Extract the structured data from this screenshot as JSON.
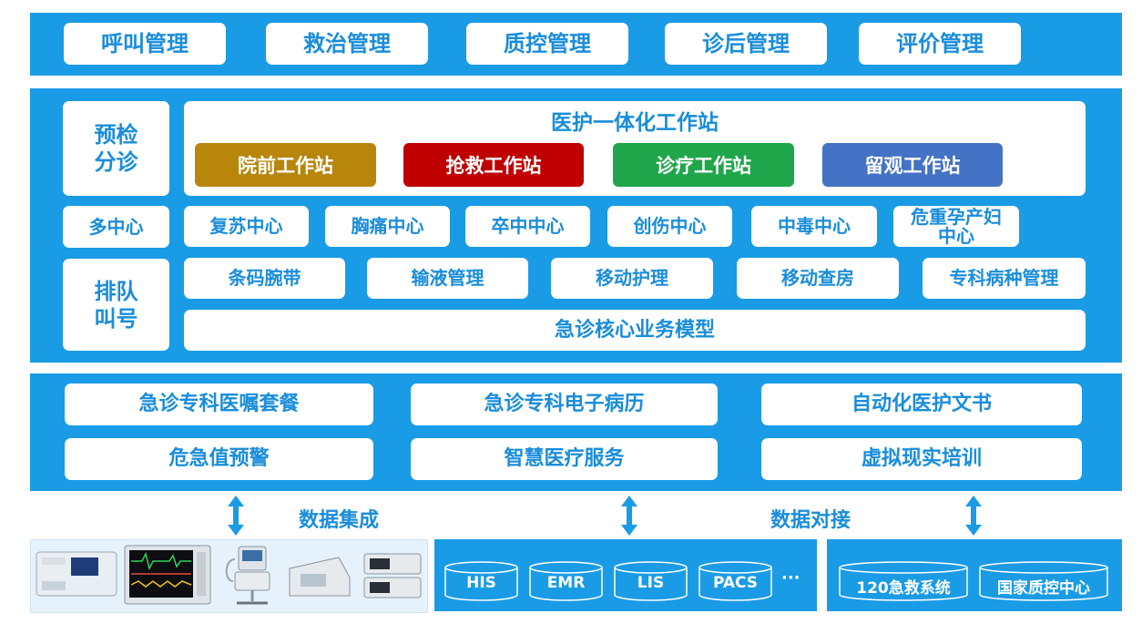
{
  "top_modules": [
    "呼叫管理",
    "救治管理",
    "质控管理",
    "诊后管理",
    "评价管理"
  ],
  "side": {
    "triage": "预检\n分诊",
    "multi_center": "多中心",
    "queue": "排队\n叫号"
  },
  "workstation": {
    "title": "医护一体化工作站",
    "items": [
      {
        "label": "院前工作站",
        "color": "#b8860b"
      },
      {
        "label": "抢救工作站",
        "color": "#c00000"
      },
      {
        "label": "诊疗工作站",
        "color": "#1fa64a"
      },
      {
        "label": "留观工作站",
        "color": "#4472c4"
      }
    ]
  },
  "centers": [
    "复苏中心",
    "胸痛中心",
    "卒中中心",
    "创伤中心",
    "中毒中心",
    "危重孕产妇\n中心"
  ],
  "functions": [
    "条码腕带",
    "输液管理",
    "移动护理",
    "移动查房",
    "专科病种管理"
  ],
  "core_model": "急诊核心业务模型",
  "services": [
    [
      "急诊专科医嘱套餐",
      "急诊专科电子病历",
      "自动化医护文书"
    ],
    [
      "危急值预警",
      "智慧医疗服务",
      "虚拟现实培训"
    ]
  ],
  "data_integration": "数据集成",
  "data_docking": "数据对接",
  "systems": [
    "HIS",
    "EMR",
    "LIS",
    "PACS"
  ],
  "more": "···",
  "external": [
    "120急救系统",
    "国家质控中心"
  ],
  "colors": {
    "band": "#1a9be5",
    "text": "#1a8ddb"
  }
}
